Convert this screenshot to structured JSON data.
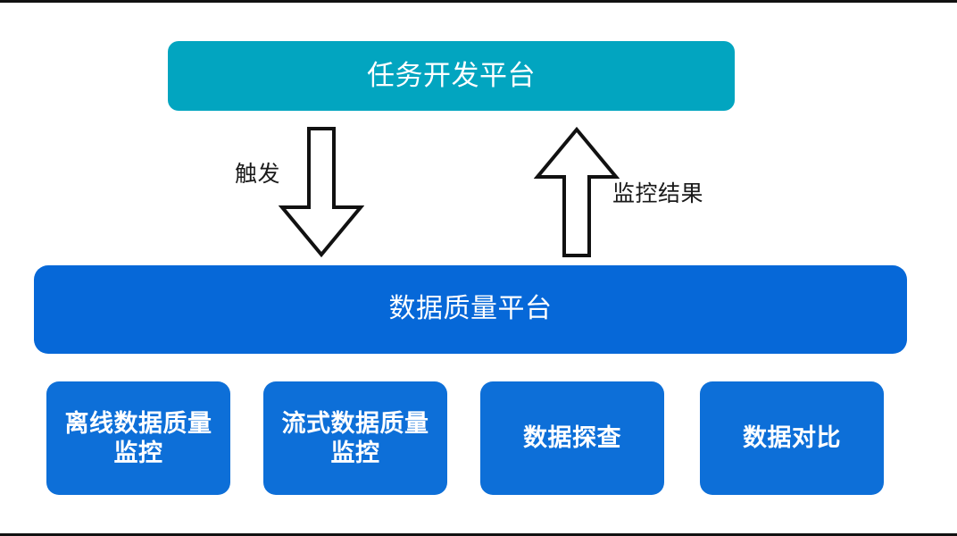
{
  "diagram": {
    "title_box": {
      "label": "任务开发平台",
      "color": "#02A5C0",
      "role": "top-platform"
    },
    "platform_box": {
      "label": "数据质量平台",
      "color": "#0668D8",
      "role": "middle-platform"
    },
    "modules": [
      {
        "label": "离线数据质量监控",
        "color": "#0D6FD8"
      },
      {
        "label": "流式数据质量监控",
        "color": "#0D6FD8"
      },
      {
        "label": "数据探查",
        "color": "#0D6FD8"
      },
      {
        "label": "数据对比",
        "color": "#0D6FD8"
      }
    ],
    "connectors": [
      {
        "label": "触发",
        "direction": "down",
        "icon": "arrow-down-icon",
        "from": "任务开发平台",
        "to": "数据质量平台"
      },
      {
        "label": "监控结果",
        "direction": "up",
        "icon": "arrow-up-icon",
        "from": "数据质量平台",
        "to": "任务开发平台"
      }
    ]
  }
}
